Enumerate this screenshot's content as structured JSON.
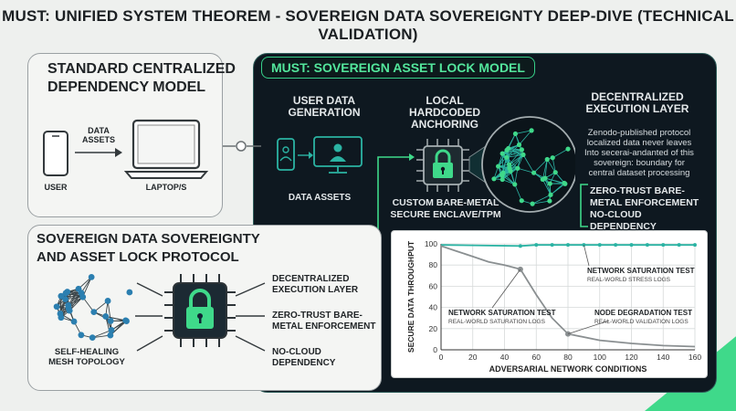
{
  "title": "MUST: UNIFIED SYSTEM THEOREM - SOVEREIGN DATA SOVEREIGNTY DEEP-DIVE (TECHNICAL VALIDATION)",
  "centralized": {
    "heading_1": "STANDARD CENTRALIZED",
    "heading_2": "DEPENDENCY MODEL",
    "arrow_label_1": "DATA",
    "arrow_label_2": "ASSETS",
    "user_label": "USER",
    "laptop_label": "LAPTOP/S"
  },
  "sovereign": {
    "tag": "MUST: SOVEREIGN ASSET LOCK MODEL",
    "col1_1": "USER DATA",
    "col1_2": "GENERATION",
    "col1_caption": "DATA ASSETS",
    "col2_1": "LOCAL HARDCODED",
    "col2_2": "ANCHORING",
    "col2_caption_1": "CUSTOM BARE-METAL",
    "col2_caption_2": "SECURE ENCLAVE/TPM",
    "col3_1": "DECENTRALIZED",
    "col3_2": "EXECUTION LAYER",
    "col3_desc_1": "Zenodo-published protocol",
    "col3_desc_2": "localized data never leaves",
    "col3_desc_3": "Into secerai-andanted of this",
    "col3_desc_4": "sovereign: boundary for",
    "col3_desc_5": "central dataset processing",
    "col3_feat_1": "ZERO-TRUST BARE-",
    "col3_feat_2": "METAL ENFORCEMENT",
    "col3_feat_3": "NO-CLOUD DEPENDENCY"
  },
  "protocol": {
    "heading_1": "SOVEREIGN DATA SOVEREIGNTY",
    "heading_2": "AND ASSET LOCK PROTOCOL",
    "mesh_1": "SELF-HEALING",
    "mesh_2": "MESH TOPOLOGY",
    "f1_1": "DECENTRALIZED",
    "f1_2": "EXECUTION LAYER",
    "f2_1": "ZERO-TRUST BARE-",
    "f2_2": "METAL ENFORCEMENT",
    "f3_1": "NO-CLOUD",
    "f3_2": "DEPENDENCY"
  },
  "colors": {
    "accent_green": "#3fd98a",
    "teal_line": "#2bb3a3",
    "dark_bg": "#0e1820",
    "gray_line": "#8a8f91"
  },
  "chart_data": {
    "type": "line",
    "xlabel": "ADVERSARIAL NETWORK CONDITIONS",
    "ylabel": "SECURE DATA THROUGHPUT",
    "xlim": [
      0,
      160
    ],
    "ylim": [
      0,
      100
    ],
    "xticks": [
      0,
      20,
      40,
      60,
      80,
      100,
      120,
      140,
      160
    ],
    "yticks": [
      0,
      20,
      40,
      60,
      80,
      100
    ],
    "grid": true,
    "series": [
      {
        "x": [
          0,
          50,
          60,
          70,
          80,
          90,
          100,
          110,
          120,
          130,
          140,
          150,
          160
        ],
        "y": [
          99,
          98,
          99,
          99,
          99,
          99,
          99,
          99,
          99,
          99,
          99,
          99,
          99
        ]
      },
      {
        "x": [
          0,
          10,
          20,
          30,
          40,
          50,
          60,
          70,
          80,
          100,
          120,
          140,
          160
        ],
        "y": [
          98,
          93,
          88,
          83,
          80,
          76,
          52,
          30,
          15,
          9,
          6,
          4,
          3
        ]
      }
    ],
    "annotations": [
      {
        "x": 50,
        "y": 76,
        "title": "NETWORK SATURATION TEST",
        "subtitle": "REAL-WORLD SATURATION LOGS"
      },
      {
        "x": 80,
        "y": 15,
        "title": "NODE DEGRADATION TEST",
        "subtitle": "REAL-WORLD VALIDATION LOGS"
      },
      {
        "x": 90,
        "y": 99,
        "title": "NETWORK SATURATION TEST",
        "subtitle": "REAL-WORLD STRESS LOGS"
      }
    ]
  }
}
